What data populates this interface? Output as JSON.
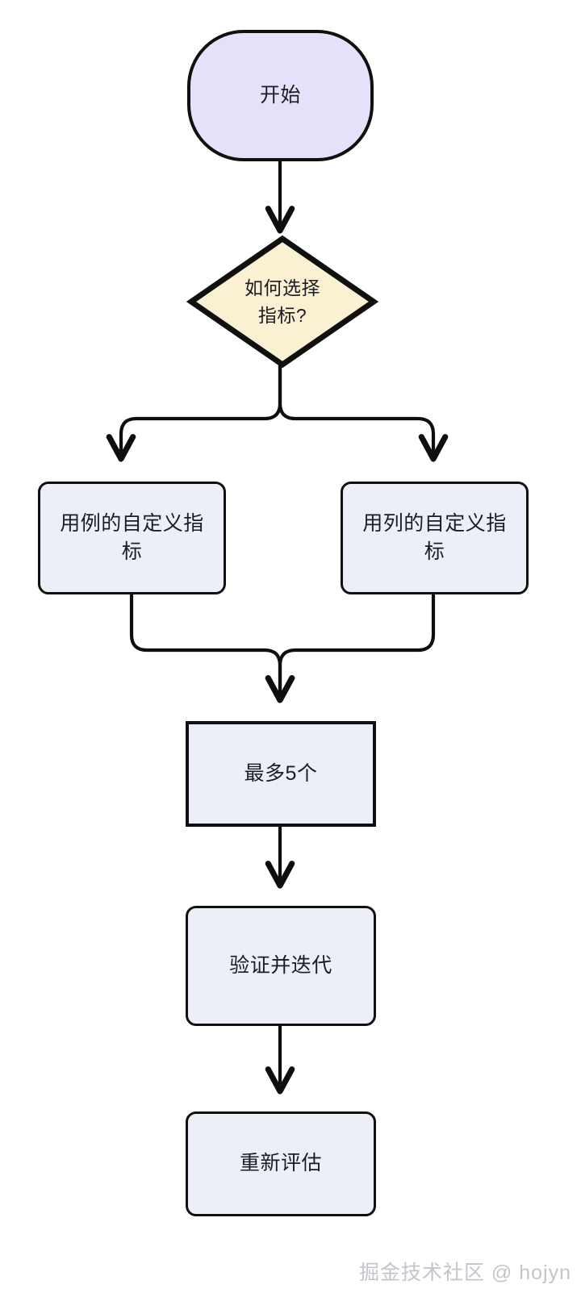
{
  "diagram": {
    "type": "flowchart",
    "direction": "top-to-bottom",
    "background": "#ffffff",
    "edge_color": "#0e0e0d",
    "nodes": [
      {
        "id": "start",
        "label": "开始",
        "shape": "stadium",
        "fill": "#e7e0fa",
        "stroke": "#10100f"
      },
      {
        "id": "decision",
        "label": "如何选择\n指标?",
        "shape": "diamond",
        "fill": "#faf0d2",
        "stroke": "#10100f"
      },
      {
        "id": "case-metric",
        "label": "用例的自定义指\n标",
        "shape": "rounded-rect",
        "fill": "#eceff7",
        "stroke": "#10100f"
      },
      {
        "id": "column-metric",
        "label": "用列的自定义指\n标",
        "shape": "rounded-rect",
        "fill": "#eceff7",
        "stroke": "#10100f"
      },
      {
        "id": "max-five",
        "label": "最多5个",
        "shape": "rect",
        "fill": "#eceff7",
        "stroke": "#10100f"
      },
      {
        "id": "validate-iterate",
        "label": "验证并迭代",
        "shape": "rounded-rect",
        "fill": "#eceff7",
        "stroke": "#10100f"
      },
      {
        "id": "reassess",
        "label": "重新评估",
        "shape": "rounded-rect",
        "fill": "#eceff7",
        "stroke": "#10100f"
      }
    ],
    "edges": [
      {
        "from": "start",
        "to": "decision",
        "style": "straight-arrow"
      },
      {
        "from": "decision",
        "to": "case-metric",
        "style": "split-left-arrow"
      },
      {
        "from": "decision",
        "to": "column-metric",
        "style": "split-right-arrow"
      },
      {
        "from": "case-metric",
        "to": "max-five",
        "style": "merge-left-arrow"
      },
      {
        "from": "column-metric",
        "to": "max-five",
        "style": "merge-right-arrow"
      },
      {
        "from": "max-five",
        "to": "validate-iterate",
        "style": "straight-arrow"
      },
      {
        "from": "validate-iterate",
        "to": "reassess",
        "style": "straight-arrow"
      }
    ]
  },
  "watermark": {
    "text": "掘金技术社区 @ hojyn",
    "color": "#b9bcc4"
  }
}
